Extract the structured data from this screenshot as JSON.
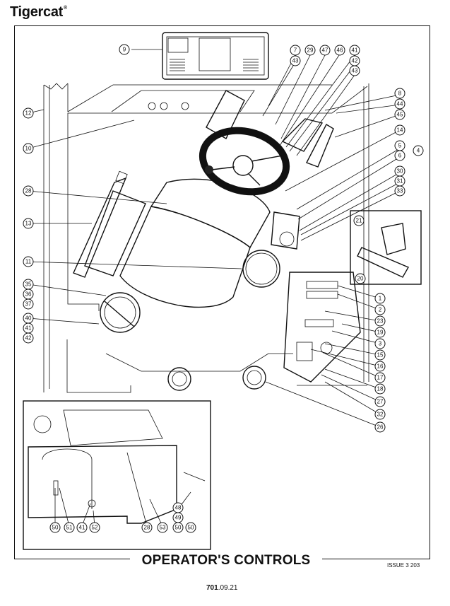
{
  "header": {
    "brand": "Tigercat",
    "trademark": "®"
  },
  "title": "OPERATOR'S CONTROLS",
  "issue": "ISSUE 3 203",
  "page": {
    "number_bold": "701",
    "number_rest": ".09.21"
  },
  "callouts": [
    {
      "label": "9"
    },
    {
      "label": "7"
    },
    {
      "label": "43"
    },
    {
      "label": "29"
    },
    {
      "label": "47"
    },
    {
      "label": "46"
    },
    {
      "label": "41"
    },
    {
      "label": "42"
    },
    {
      "label": "43"
    },
    {
      "label": "12"
    },
    {
      "label": "10"
    },
    {
      "label": "8"
    },
    {
      "label": "44"
    },
    {
      "label": "45"
    },
    {
      "label": "14"
    },
    {
      "label": "5"
    },
    {
      "label": "6"
    },
    {
      "label": "4"
    },
    {
      "label": "30"
    },
    {
      "label": "31"
    },
    {
      "label": "33"
    },
    {
      "label": "28"
    },
    {
      "label": "13"
    },
    {
      "label": "21"
    },
    {
      "label": "20"
    },
    {
      "label": "11"
    },
    {
      "label": "35"
    },
    {
      "label": "36"
    },
    {
      "label": "37"
    },
    {
      "label": "40"
    },
    {
      "label": "41"
    },
    {
      "label": "42"
    },
    {
      "label": "1"
    },
    {
      "label": "2"
    },
    {
      "label": "23"
    },
    {
      "label": "19"
    },
    {
      "label": "3"
    },
    {
      "label": "15"
    },
    {
      "label": "16"
    },
    {
      "label": "17"
    },
    {
      "label": "18"
    },
    {
      "label": "27"
    },
    {
      "label": "32"
    },
    {
      "label": "26"
    },
    {
      "label": "48"
    },
    {
      "label": "49"
    },
    {
      "label": "50"
    },
    {
      "label": "50"
    },
    {
      "label": "51"
    },
    {
      "label": "41"
    },
    {
      "label": "52"
    },
    {
      "label": "28"
    },
    {
      "label": "53"
    },
    {
      "label": "50"
    }
  ]
}
